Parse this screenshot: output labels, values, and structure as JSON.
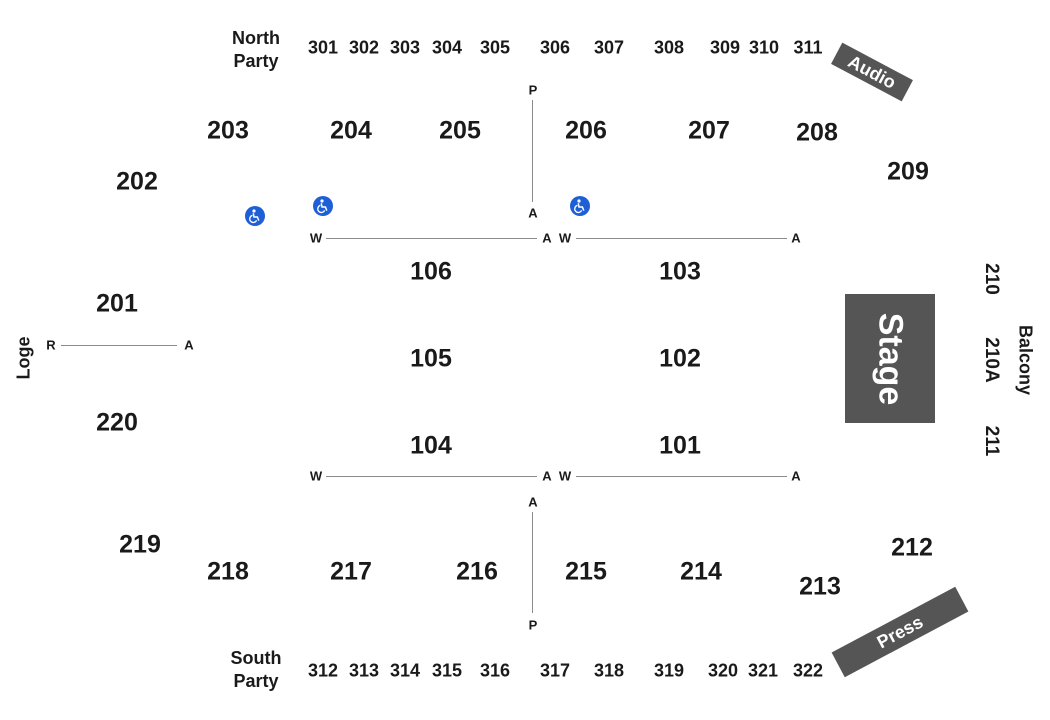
{
  "labels": {
    "north_party": [
      "North",
      "Party"
    ],
    "south_party": [
      "South",
      "Party"
    ],
    "loge": "Loge",
    "balcony": "Balcony",
    "stage": "Stage",
    "audio": "Audio",
    "press": "Press"
  },
  "sections": {
    "s301": "301",
    "s302": "302",
    "s303": "303",
    "s304": "304",
    "s305": "305",
    "s306": "306",
    "s307": "307",
    "s308": "308",
    "s309": "309",
    "s310": "310",
    "s311": "311",
    "s312": "312",
    "s313": "313",
    "s314": "314",
    "s315": "315",
    "s316": "316",
    "s317": "317",
    "s318": "318",
    "s319": "319",
    "s320": "320",
    "s321": "321",
    "s322": "322",
    "s201": "201",
    "s202": "202",
    "s203": "203",
    "s204": "204",
    "s205": "205",
    "s206": "206",
    "s207": "207",
    "s208": "208",
    "s209": "209",
    "s210": "210",
    "s210A": "210A",
    "s211": "211",
    "s212": "212",
    "s213": "213",
    "s214": "214",
    "s215": "215",
    "s216": "216",
    "s217": "217",
    "s218": "218",
    "s219": "219",
    "s220": "220",
    "s101": "101",
    "s102": "102",
    "s103": "103",
    "s104": "104",
    "s105": "105",
    "s106": "106"
  },
  "row_markers": {
    "p": "P",
    "a": "A",
    "w": "W",
    "r": "R"
  },
  "icons": {
    "accessible": "wheelchair-accessible-icon",
    "accessible_color": "#1f5fd6"
  },
  "colors": {
    "stage_fill": "#555555",
    "text": "#1a1a1a",
    "row_line": "#8a8a8a"
  }
}
